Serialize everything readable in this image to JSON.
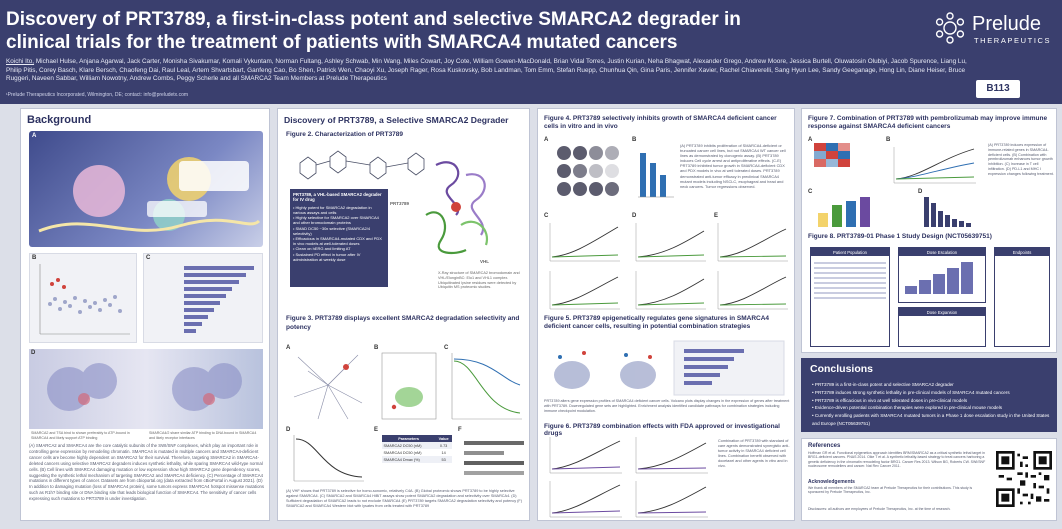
{
  "header": {
    "title_line1": "Discovery of PRT3789, a first-in-class potent and selective SMARCA2 degrader in",
    "title_line2": "clinical trials for the treatment of patients with SMARCA4 mutated cancers",
    "first_author": "Koichi Ito,",
    "authors": " Michael Hulse, Anjana Agarwal, Jack Carter, Monisha Sivakumar, Komali Vykuntam, Norman Fultang, Ashley Schwab, Min Wang, Miles Cowart, Joy Cote, William Gowen-MacDonald, Brian Vidal Torres, Justin Kurian, Neha Bhagwat, Alexander Grego, Andrew Moore, Jessica Burtell, Oluwatosin Olubiyi, Jacob Spurence, Liang Lu, Philip Pitis, Corey Basch, Klare Bersch, Chaofeng Dai, Raul Leal, Artem Shvartsbart, Ganfeng Cao, Bo Shen, Patrick Wen, Chaoyi Xu, Joseph Rager, Rosa Kuskovsky, Bob Landman, Tom Emm, Stefan Ruepp, Chunhua Qin, Gina Paris, Jennifer Xavier, Rachel Chiaverelli, Sang Hyun Lee, Sandy Geeganage, Hong Lin, Diane Heiser, Bruce Ruggeri, Naveen Sabbar, William Nowotny, Andrew Combs, Peggy Scherle and all SMARCA2 Team Members at Prelude Therapeutics",
    "affiliation": "¹Prelude Therapeutics Incorporated, Wilmington, DE; contact: info@preludetx.com",
    "logo_name": "Prelude",
    "logo_sub": "THERAPEUTICS",
    "poster_id": "B113"
  },
  "background": {
    "title": "Background",
    "panel_labels": [
      "A",
      "B",
      "C",
      "D"
    ],
    "caption_d": "SMARCA2 and TSA bind to shown preferably to ATP-bound in SMARCA4 and likely support ATP binding",
    "caption_d2": "SMARCA4/2 share similar ATP binding to DNA bound in SMARCA4 and likely receptor interfaces",
    "body": "(A) SMARCA2 and SMARCA4 are the core catalytic subunits of the SWI/SNF complexes, which play an important role in controlling gene expression by remodeling chromatin. SMARCA4 is mutated in multiple cancers and SMARCA4-deficient cancer cells are become highly dependent on SMARCA2 for their survival. Therefore, targeting SMARCA2 in SMARCA4-deleted cancers using selective SMARCA2 degraders induces synthetic lethality, while sparing SMARCA4 wild-type normal cells. (B) Cell lines with SMARCA4 damaging mutation or low expression show high SMARCA2 gene dependency scores, suggesting the synthetic lethal mechanism of targeting SMARCA2 and SMARCA4 deficiency. (C) Percentage of SMARCA4 mutations in different types of cancer. Datasets are from cbioportal.org (data extracted from cBioPortal in August 2021). (D) In addition to damaging mutation (loss of SMARCA4 protein), some tumors express SMARCA4 hotspot missense mutations such as R1h? binding site or DNA binding site that leads biological function of SMARCA4. The sensitivity of cancer cells expressing such mutations to PRT3789 is under investigation."
  },
  "discovery": {
    "title": "Discovery of PRT3789, a Selective SMARCA2 Degrader",
    "fig2_title": "Figure 2. Characterization of PRT3789",
    "bullets_header": "PRT3789, a VHL-based SMARCA2 degrader for IV drug",
    "bullets": [
      "Highly potent for SMARCA2 degradation in various assays and cells",
      "Highly selective for SMARCA2 over SMARCA4 and other bromodomain proteins",
      "SMAD DC50 ~30x selective (SMARCA2/4 selectivity)",
      "Efficacious in SMARCA4-mutated CDX and PDX in vivo models at well-tolerated doses",
      "Clean on hERG and limiting AT",
      "Sustained PD effect in tumor after IV administration at weekly dose"
    ],
    "label_prt3789": "PRT3789",
    "label_vhl": "VHL",
    "crystal_caption": "X-Ray structure of SMARCA2 bromodomain and VHL/ElonginBC: Elo1 and VHL1 complex. Ubiquitinated lysine residues were detected by Ubiquitin MS proteomic studies.",
    "fig3_title": "Figure 3. PRT3789 displays excellent SMARCA2 degradation selectivity and potency",
    "panel_labels": [
      "A",
      "B",
      "C",
      "D",
      "E",
      "F"
    ],
    "table_headers": [
      "Parameters",
      "Value"
    ],
    "table_rows": [
      [
        "SMARCA2 DC50 (nM)",
        "0.73"
      ],
      [
        "SMARCA4 DC50 (nM)",
        "14"
      ],
      [
        "SMARCA4 Dmax (%)",
        "53"
      ]
    ],
    "fig3_caption": "(A) VHF shows that PRT3789 is selective for homo-sonomic, relatively C4A. (B) Global proteomic shows PRT3789 to be highly selective against SMARCA4. (C) SMARCA2 and SMARCA4 HiBiT assays show potent SMARCA2 degradation and selectivity over SMARCA4. (D) Sufficient degradation of SMARCA2 leads to not exclude SMARCA4 (E) PRT3789 targets SMARCA2 degradation selectivity and potency (F) SMARCA2 and SMARCA4 Western blot with lysates from cells treated with PRT3789"
  },
  "inhibition": {
    "fig4_title": "Figure 4. PRT3789 selectively inhibits growth of SMARCA4 deficient cancer cells in vitro and in vivo",
    "panel_labels": [
      "A",
      "B",
      "C",
      "D",
      "E"
    ],
    "fig4_text": "(A) PRT3789 inhibits proliferation of SMARCA4-deficient or truncated cancer cell lines, but not SMARCA4 WT cancer cell lines as demonstrated by clonogenic assay. (B) PRT3789 induces Cell cycle arrest and antiproliferative effects. (C-E) PRT3789 inhibited tumor growth in SMARCA4-deficient CDX and PDX models in vivo at well tolerated doses. PRT3789 demonstrated anti-tumor efficacy in preclinical SMARCA4 mutant models including NSCLC, esophageal and head and neck cancers. Tumor regressions observed.",
    "fig5_title": "Figure 5. PRT3789 epigenetically regulates gene signatures in SMARCA4 deficient cancer cells, resulting in potential combination strategies",
    "fig5_caption": "PRT3789 alters gene expression profiles of SMARCA4 deficient cancer cells. Volcano plots display changes in the expression of genes after treatment with PRT3789. Downregulated gene sets are highlighted. Enrichment analysis identified candidate pathways for combination strategies including immune checkpoint modulation.",
    "fig6_title": "Figure 6. PRT3789 combination effects with FDA approved or investigational drugs",
    "fig6_text": "Combination of PRT3789 with standard of care agents demonstrated synergistic anti-tumor activity in SMARCA4 deficient cell lines. Combination benefit observed with docetaxel and other agents in vitro and in vivo."
  },
  "pembro": {
    "fig7_title": "Figure 7. Combination of PRT3789 with pembrolizumab may improve immune response against SMARCA4 deficient cancers",
    "panel_labels": [
      "A",
      "B",
      "C",
      "D"
    ],
    "fig7_text": "(A) PRT3789 induces expression of immune-related genes in SMARCA4-deficient cells. (B) Combination with pembrolizumab enhances tumor growth inhibition. (C) Increase in T cell infiltration. (D) PD-L1 and MHC I expression changes following treatment.",
    "fig8_title": "Figure 8. PRT3789-01 Phase 1 Study Design (NCT05639751)",
    "study_boxes": [
      "Patient Population",
      "Dose Escalation",
      "Dose Expansion",
      "Endpoints"
    ]
  },
  "conclusions": {
    "title": "Conclusions",
    "items": [
      "PRT3789 is a first-in-class potent and selective SMARCA2 degrader",
      "PRT3789 induces strong synthetic lethality in pre-clinical models of SMARCA4 mutated cancers",
      "PRT3789 is efficacious in vivo at well tolerated doses in pre-clinical models",
      "Evidence-driven potential combination therapies were explored in pre-clinical mouse models",
      "Currently enrolling patients with SMARCA4 mutated tumors in a Phase 1 dose escalation study in the United States and Europe (NCT05639751)"
    ]
  },
  "references": {
    "title": "References",
    "text": "Hoffman GR et al. Functional epigenetics approach identifies BRM/SMARCA2 as a critical synthetic lethal target in BRG1-deficient cancers. PNAS 2014. Oike T et al. A synthetic lethality-based strategy to treat cancers harboring a genetic deficiency in the chromatin remodeling factor BRG1. Cancer Res 2013. Wilson BG, Roberts CW. SWI/SNF nucleosome remodellers and cancer. Nat Rev Cancer 2011.",
    "acknowledgements_title": "Acknowledgements",
    "acknowledgements": "We thank all members of the SMARCA2 team at Prelude Therapeutics for their contributions. This study is sponsored by Prelude Therapeutics, Inc.",
    "disclosures": "Disclosures: all authors are employees of Prelude Therapeutics, Inc. at the time of research."
  },
  "colors": {
    "header_bg": "#3a3f6e",
    "accent": "#2c3160",
    "green": "#4a9a3c",
    "blue": "#2f6fb2",
    "purple": "#6b4aa0"
  }
}
